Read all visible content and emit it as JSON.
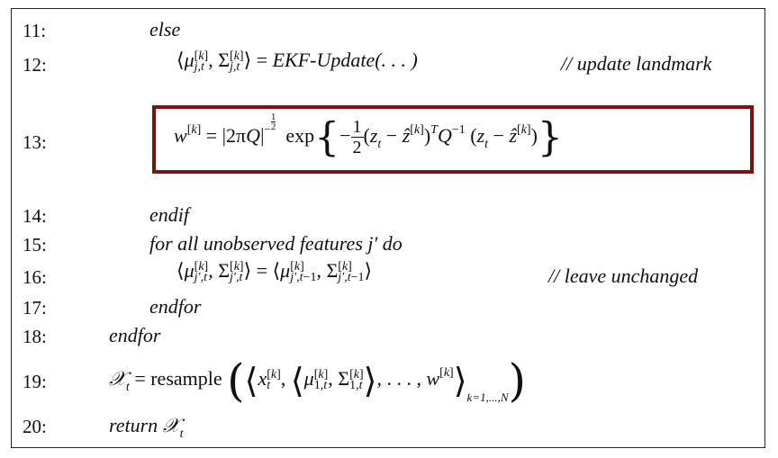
{
  "lines": [
    {
      "num": "11:",
      "text": "else"
    },
    {
      "num": "12:",
      "math": "⟨μ",
      "comment": "// update landmark",
      "func": "EKF-Update(. . . )"
    },
    {
      "num": "13:"
    },
    {
      "num": "14:",
      "text": "endif"
    },
    {
      "num": "15:",
      "text": "for all unobserved features j′ do"
    },
    {
      "num": "16:",
      "comment": "// leave unchanged"
    },
    {
      "num": "17:",
      "text": "endfor"
    },
    {
      "num": "18:",
      "text": "endfor"
    },
    {
      "num": "19:",
      "resample": "resample"
    },
    {
      "num": "20:",
      "text": "return 𝒳"
    }
  ],
  "colors": {
    "highlight_box": "#7b1113",
    "frame": "#222222"
  }
}
